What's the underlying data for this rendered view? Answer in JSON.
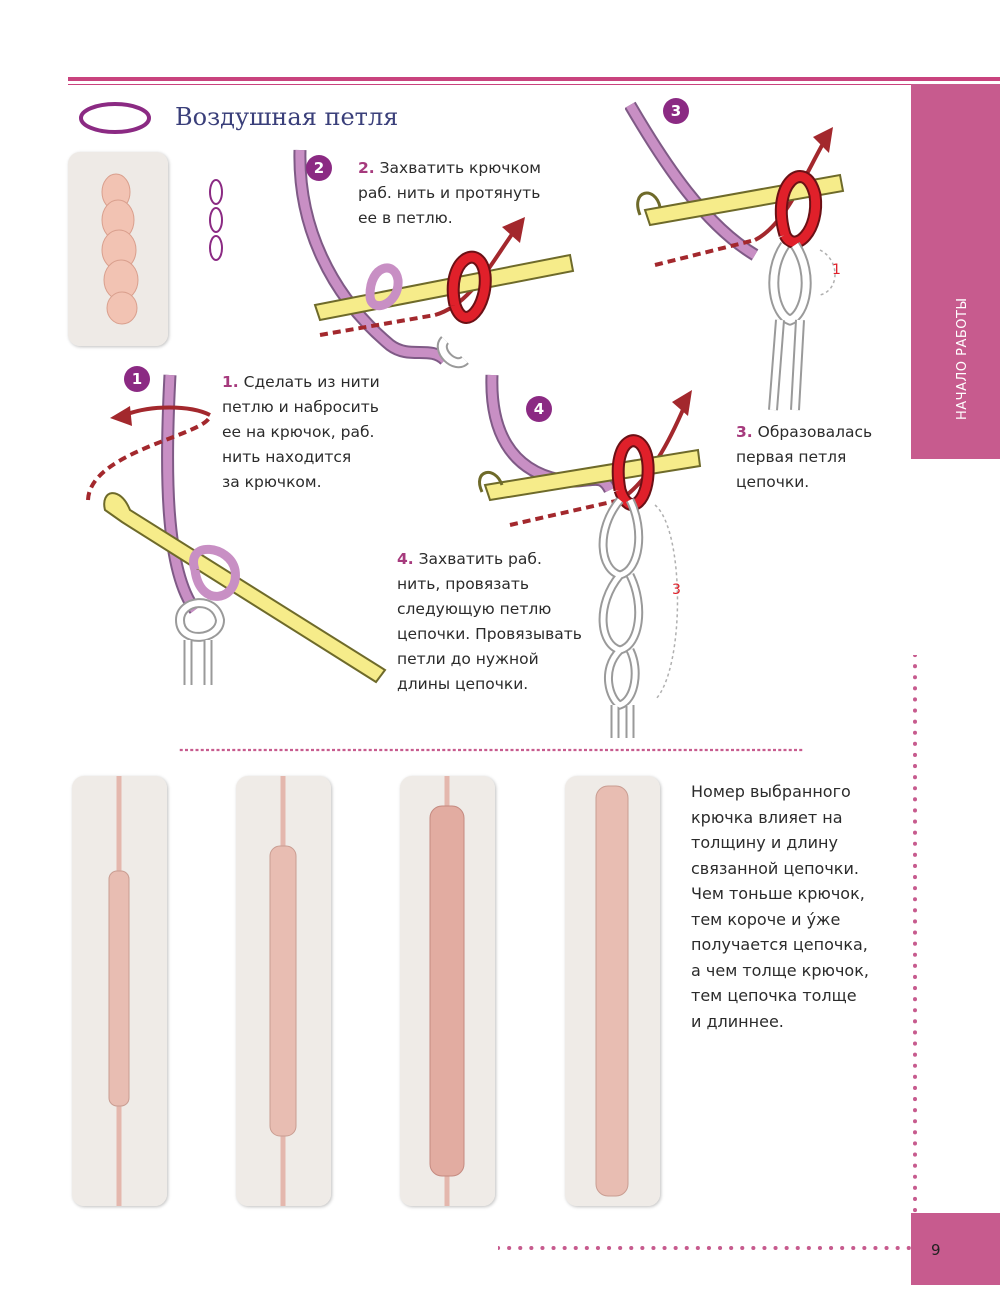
{
  "header": {
    "title": "Воздушная петля"
  },
  "side_tab": {
    "label": "НАЧАЛО РАБОТЫ"
  },
  "page": {
    "number": "9"
  },
  "steps": [
    {
      "badge": "1",
      "num": "1.",
      "text": "Сделать из нити\nпетлю и набросить\nее на крючок, раб.\nнить находится\nза крючком."
    },
    {
      "badge": "2",
      "num": "2.",
      "text": "Захватить крючком\nраб. нить и протянуть\nее в петлю."
    },
    {
      "badge": "3",
      "num": "3.",
      "text": "Образовалась\nпервая петля\nцепочки."
    },
    {
      "badge": "4",
      "num": "4.",
      "text": "Захватить раб.\nнить, провязать\nследующую петлю\nцепочки. Провязывать\nпетли до нужной\nдлины цепочки."
    }
  ],
  "diagram_labels": {
    "loop_count_step3": "1",
    "loop_count_step4": "3"
  },
  "note": {
    "text": "Номер выбранного\nкрючка влияет на\nтолщину и длину\nсвязанной цепочки.\nЧем тоньше крючок,\nтем короче и у́же\nполучается цепочка,\nа чем толще крючок,\nтем цепочка толще\nи длиннее."
  },
  "colors": {
    "accent": "#c75b8e",
    "rule": "#c9437e",
    "badge": "#8b2a83",
    "title": "#3a3f7a",
    "yarn_purple": "#c88fc4",
    "hook_yellow": "#f6ec8a",
    "loop_red": "#e0202a",
    "arrow": "#a3282d",
    "yarn_photo": "#e8b9ac"
  }
}
